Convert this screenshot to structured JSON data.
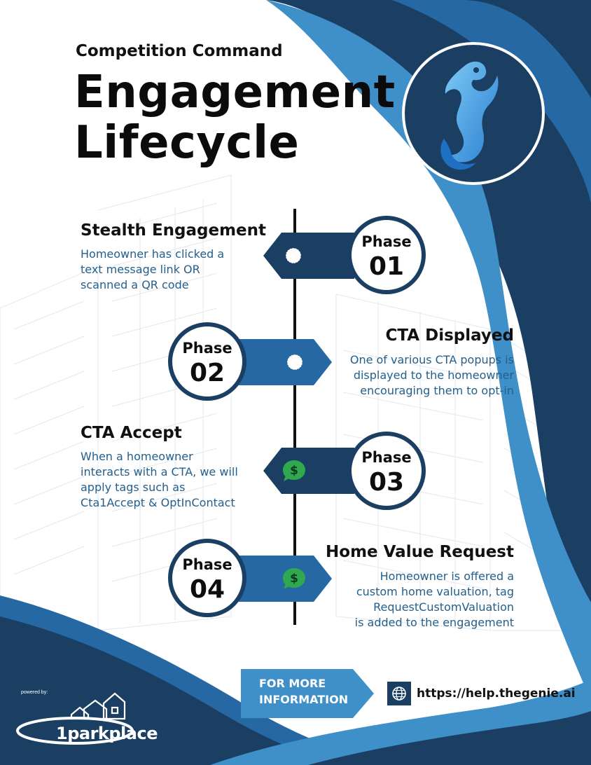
{
  "header": {
    "subtitle": "Competition Command",
    "title_line1": "Engagement",
    "title_line2": "Lifecycle"
  },
  "phases": [
    {
      "label": "Phase",
      "number": "01",
      "heading": "Stealth Engagement",
      "description_lines": [
        "Homeowner has clicked a",
        "text message link OR",
        "scanned a QR code"
      ],
      "icon": "circle-dot-icon"
    },
    {
      "label": "Phase",
      "number": "02",
      "heading": "CTA Displayed",
      "description_lines": [
        "One of various CTA popups is",
        "displayed to the homeowner",
        "encouraging them to opt-in"
      ],
      "icon": "circle-dot-icon"
    },
    {
      "label": "Phase",
      "number": "03",
      "heading": "CTA Accept",
      "description_lines": [
        "When a homeowner",
        "interacts with a CTA, we will",
        "apply tags such as",
        "Cta1Accept & OptInContact"
      ],
      "icon": "dollar-chat-icon"
    },
    {
      "label": "Phase",
      "number": "04",
      "heading": "Home Value Request",
      "description_lines": [
        "Homeowner is offered a",
        "custom home valuation, tag",
        "RequestCustomValuation",
        "is added to the engagement"
      ],
      "icon": "dollar-chat-icon"
    }
  ],
  "footer": {
    "cta_line1": "FOR MORE",
    "cta_line2": "INFORMATION",
    "url": "https://help.thegenie.ai",
    "powered_by": "powered by:",
    "brand": "1parkplace"
  },
  "colors": {
    "navy": "#1a3f62",
    "blue": "#2568a3",
    "light_blue": "#3f8fc9",
    "green": "#2fa84f"
  }
}
